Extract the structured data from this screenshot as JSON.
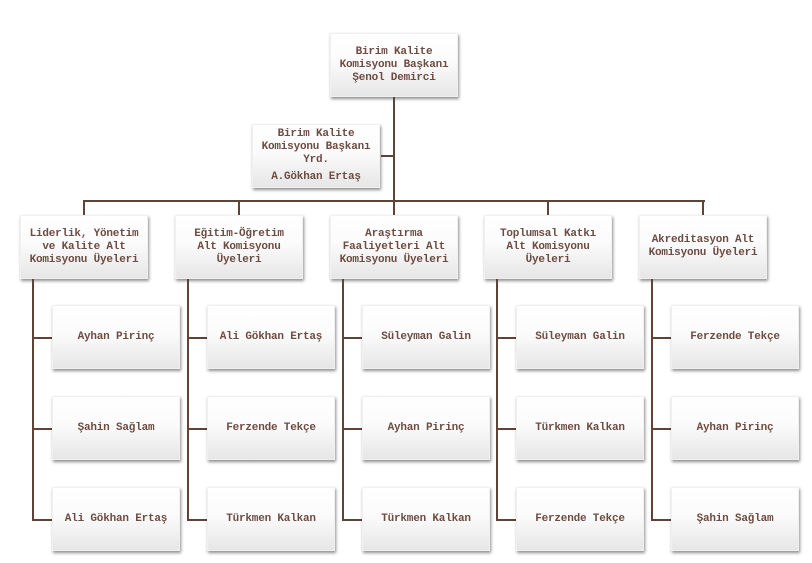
{
  "head": {
    "title": "Birim Kalite\nKomisyonu Başkanı",
    "name": "Şenol Demirci"
  },
  "deputy": {
    "title": "Birim Kalite\nKomisyonu Başkanı\nYrd.",
    "name": "A.Gökhan Ertaş"
  },
  "committees": [
    {
      "title": "Liderlik, Yönetim\nve Kalite Alt\nKomisyonu Üyeleri",
      "members": [
        "Ayhan Pirinç",
        "Şahin Sağlam",
        "Ali Gökhan Ertaş"
      ]
    },
    {
      "title": "Eğitim-Öğretim\nAlt Komisyonu\nÜyeleri",
      "members": [
        "Ali Gökhan Ertaş",
        "Ferzende Tekçe",
        "Türkmen Kalkan"
      ]
    },
    {
      "title": "Araştırma\nFaaliyetleri Alt\nKomisyonu Üyeleri",
      "members": [
        "Süleyman Galin",
        "Ayhan Pirinç",
        "Türkmen Kalkan"
      ]
    },
    {
      "title": "Toplumsal Katkı\nAlt Komisyonu\nÜyeleri",
      "members": [
        "Süleyman Galin",
        "Türkmen Kalkan",
        "Ferzende Tekçe"
      ]
    },
    {
      "title": "Akreditasyon Alt\nKomisyonu Üyeleri",
      "members": [
        "Ferzende Tekçe",
        "Ayhan Pirinç",
        "Şahin Sağlam"
      ]
    }
  ],
  "colors": {
    "text": "#6e4c42",
    "line": "#5e4339"
  }
}
